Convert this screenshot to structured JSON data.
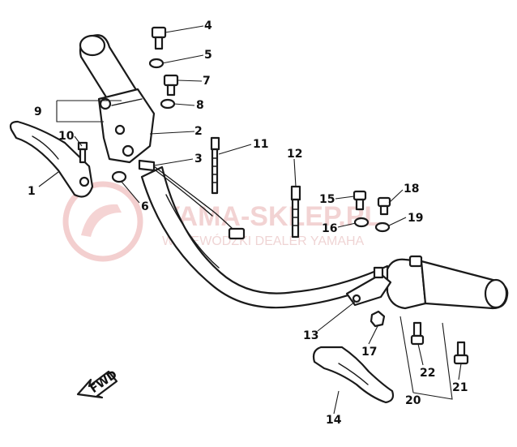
{
  "diagram": {
    "callouts": [
      {
        "id": "c1",
        "text": "1"
      },
      {
        "id": "c2",
        "text": "2"
      },
      {
        "id": "c3",
        "text": "3"
      },
      {
        "id": "c4",
        "text": "4"
      },
      {
        "id": "c5",
        "text": "5"
      },
      {
        "id": "c6",
        "text": "6"
      },
      {
        "id": "c7",
        "text": "7"
      },
      {
        "id": "c8",
        "text": "8"
      },
      {
        "id": "c9",
        "text": "9"
      },
      {
        "id": "c10",
        "text": "10"
      },
      {
        "id": "c11",
        "text": "11"
      },
      {
        "id": "c12",
        "text": "12"
      },
      {
        "id": "c13",
        "text": "13"
      },
      {
        "id": "c14",
        "text": "14"
      },
      {
        "id": "c15",
        "text": "15"
      },
      {
        "id": "c16",
        "text": "16"
      },
      {
        "id": "c17",
        "text": "17"
      },
      {
        "id": "c18",
        "text": "18"
      },
      {
        "id": "c19",
        "text": "19"
      },
      {
        "id": "c20",
        "text": "20"
      },
      {
        "id": "c21",
        "text": "21"
      },
      {
        "id": "c22",
        "text": "22"
      }
    ],
    "fwd_label": "FWD"
  },
  "watermark": {
    "title": "YAMA-SKLEP.PL",
    "subtitle": "WOJEWÓDZKI DEALER YAMAHA",
    "color": "#e8a0a0"
  }
}
